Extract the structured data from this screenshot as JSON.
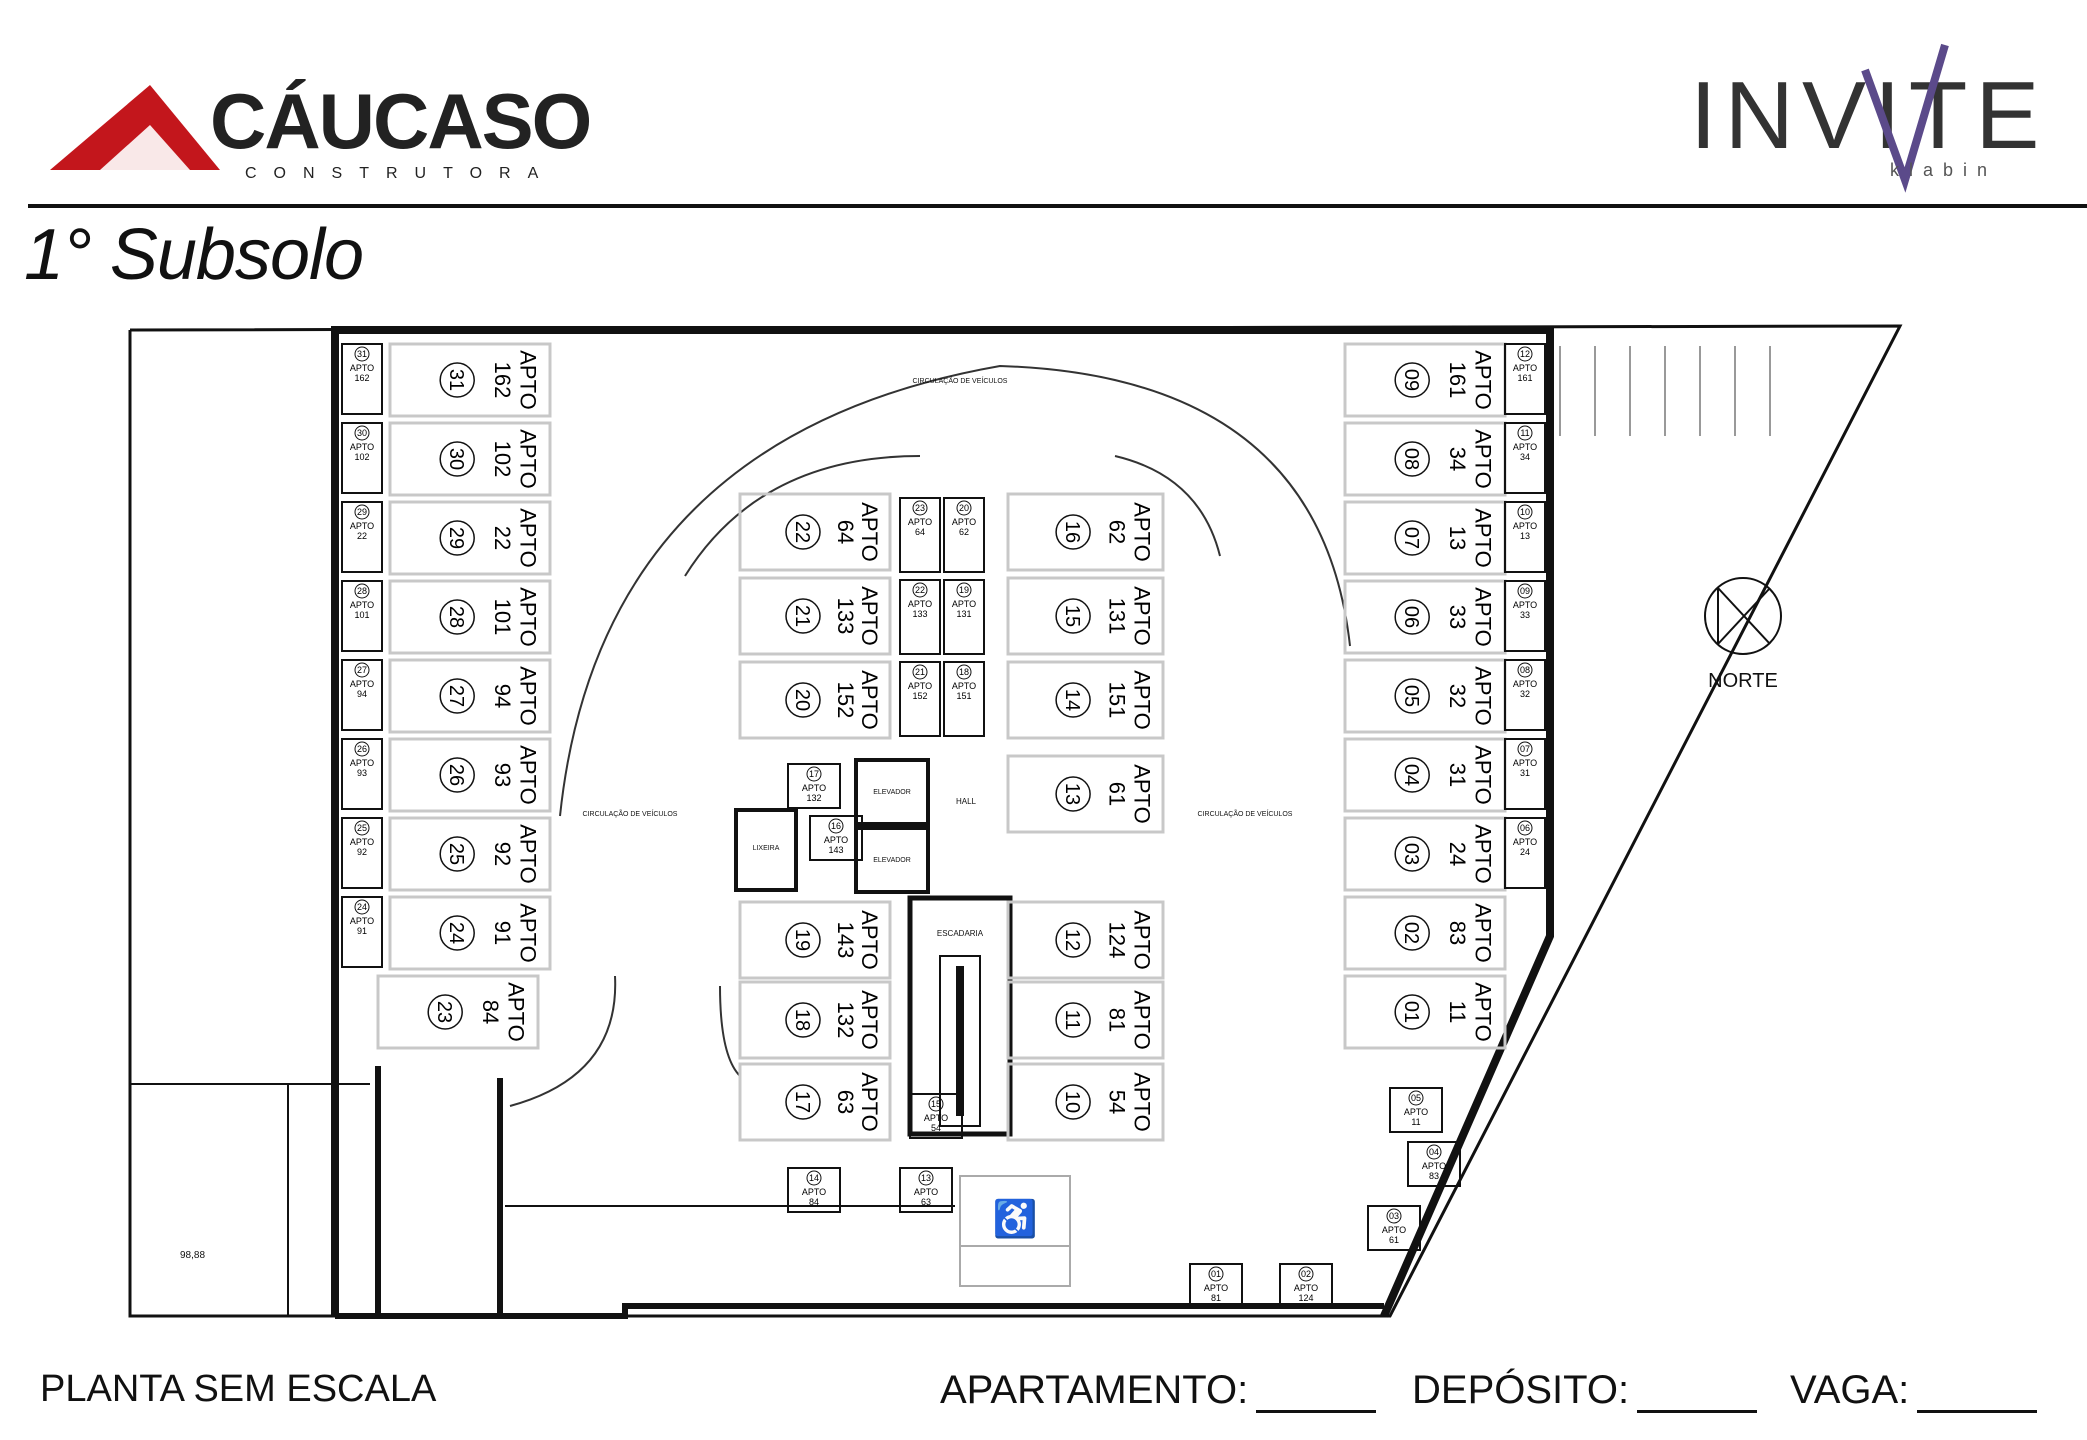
{
  "header": {
    "left_logo": {
      "name": "CÁUCASO",
      "subtitle": "CONSTRUTORA",
      "color": "#c3161c"
    },
    "right_logo": {
      "name": "INVITE",
      "subtitle": "klabin",
      "accent": "#5b4a8a"
    }
  },
  "page_title": "1° Subsolo",
  "plan": {
    "north_label": "NORTE",
    "circulation_label": "CIRCULAÇÃO DE VEÍCULOS",
    "hall_label": "HALL",
    "elevator_label": "ELEVADOR",
    "stair_label": "ESCADARIA",
    "trash_label": "LIXEIRA",
    "level_mark": "98,88",
    "spot_prefix": "APTO",
    "left_column": [
      {
        "num": "31",
        "apto": "162"
      },
      {
        "num": "30",
        "apto": "102"
      },
      {
        "num": "29",
        "apto": "22"
      },
      {
        "num": "28",
        "apto": "101"
      },
      {
        "num": "27",
        "apto": "94"
      },
      {
        "num": "26",
        "apto": "93"
      },
      {
        "num": "25",
        "apto": "92"
      },
      {
        "num": "24",
        "apto": "91"
      },
      {
        "num": "23",
        "apto": "84"
      }
    ],
    "right_column": [
      {
        "num": "09",
        "apto": "161"
      },
      {
        "num": "08",
        "apto": "34"
      },
      {
        "num": "07",
        "apto": "13"
      },
      {
        "num": "06",
        "apto": "33"
      },
      {
        "num": "05",
        "apto": "32"
      },
      {
        "num": "04",
        "apto": "31"
      },
      {
        "num": "03",
        "apto": "24"
      },
      {
        "num": "02",
        "apto": "83"
      },
      {
        "num": "01",
        "apto": "11"
      }
    ],
    "center_left": [
      {
        "num": "22",
        "apto": "64"
      },
      {
        "num": "21",
        "apto": "133"
      },
      {
        "num": "20",
        "apto": "152"
      },
      {
        "num": "19",
        "apto": "143"
      },
      {
        "num": "18",
        "apto": "132"
      },
      {
        "num": "17",
        "apto": "63"
      }
    ],
    "center_right": [
      {
        "num": "16",
        "apto": "62"
      },
      {
        "num": "15",
        "apto": "131"
      },
      {
        "num": "14",
        "apto": "151"
      },
      {
        "num": "13",
        "apto": "61"
      },
      {
        "num": "12",
        "apto": "124"
      },
      {
        "num": "11",
        "apto": "81"
      },
      {
        "num": "10",
        "apto": "54"
      }
    ],
    "deposits_left": [
      {
        "num": "31",
        "apto": "162"
      },
      {
        "num": "30",
        "apto": "102"
      },
      {
        "num": "29",
        "apto": "22"
      },
      {
        "num": "28",
        "apto": "101"
      },
      {
        "num": "27",
        "apto": "94"
      },
      {
        "num": "26",
        "apto": "93"
      },
      {
        "num": "25",
        "apto": "92"
      },
      {
        "num": "24",
        "apto": "91"
      }
    ],
    "deposits_right": [
      {
        "num": "12",
        "apto": "161"
      },
      {
        "num": "11",
        "apto": "34"
      },
      {
        "num": "10",
        "apto": "13"
      },
      {
        "num": "09",
        "apto": "33"
      },
      {
        "num": "08",
        "apto": "32"
      },
      {
        "num": "07",
        "apto": "31"
      },
      {
        "num": "06",
        "apto": "24"
      }
    ],
    "deposits_center": [
      {
        "num": "23",
        "apto": "64"
      },
      {
        "num": "20",
        "apto": "62"
      },
      {
        "num": "22",
        "apto": "133"
      },
      {
        "num": "19",
        "apto": "131"
      },
      {
        "num": "21",
        "apto": "152"
      },
      {
        "num": "18",
        "apto": "151"
      }
    ],
    "deposits_misc": [
      {
        "num": "17",
        "apto": "132"
      },
      {
        "num": "16",
        "apto": "143"
      },
      {
        "num": "15",
        "apto": "54"
      },
      {
        "num": "14",
        "apto": "84"
      },
      {
        "num": "13",
        "apto": "63"
      },
      {
        "num": "05",
        "apto": "11"
      },
      {
        "num": "04",
        "apto": "83"
      },
      {
        "num": "03",
        "apto": "61"
      },
      {
        "num": "01",
        "apto": "81"
      },
      {
        "num": "02",
        "apto": "124"
      }
    ]
  },
  "footer": {
    "scale_note": "PLANTA SEM ESCALA",
    "apartment_label": "APARTAMENTO:",
    "deposit_label": "DEPÓSITO:",
    "spot_label": "VAGA:"
  }
}
